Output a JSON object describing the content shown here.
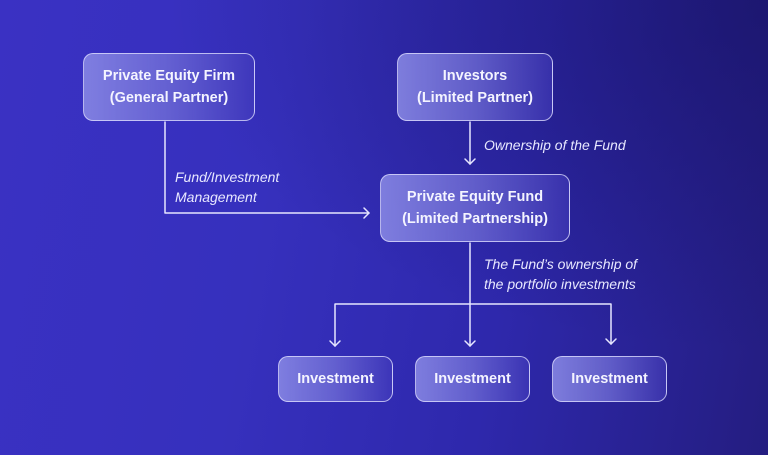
{
  "diagram": {
    "nodes": {
      "gp": {
        "line1": "Private Equity Firm",
        "line2": "(General Partner)"
      },
      "lp": {
        "line1": "Investors",
        "line2": "(Limited Partner)"
      },
      "fund": {
        "line1": "Private Equity Fund",
        "line2": "(Limited Partnership)"
      },
      "investments": [
        {
          "label": "Investment"
        },
        {
          "label": "Investment"
        },
        {
          "label": "Investment"
        }
      ]
    },
    "edges": {
      "lp_to_fund": {
        "label": "Ownership of the Fund"
      },
      "gp_to_fund": {
        "line1": "Fund/Investment",
        "line2": "Management"
      },
      "fund_to_investments": {
        "line1": "The Fund’s ownership of",
        "line2": "the portfolio investments"
      }
    },
    "colors": {
      "background_left": "#3a31c3",
      "background_right": "#241d80",
      "node_border": "#e1e1ff",
      "text": "#f4f4ff",
      "connector": "#e6e6ff"
    }
  }
}
